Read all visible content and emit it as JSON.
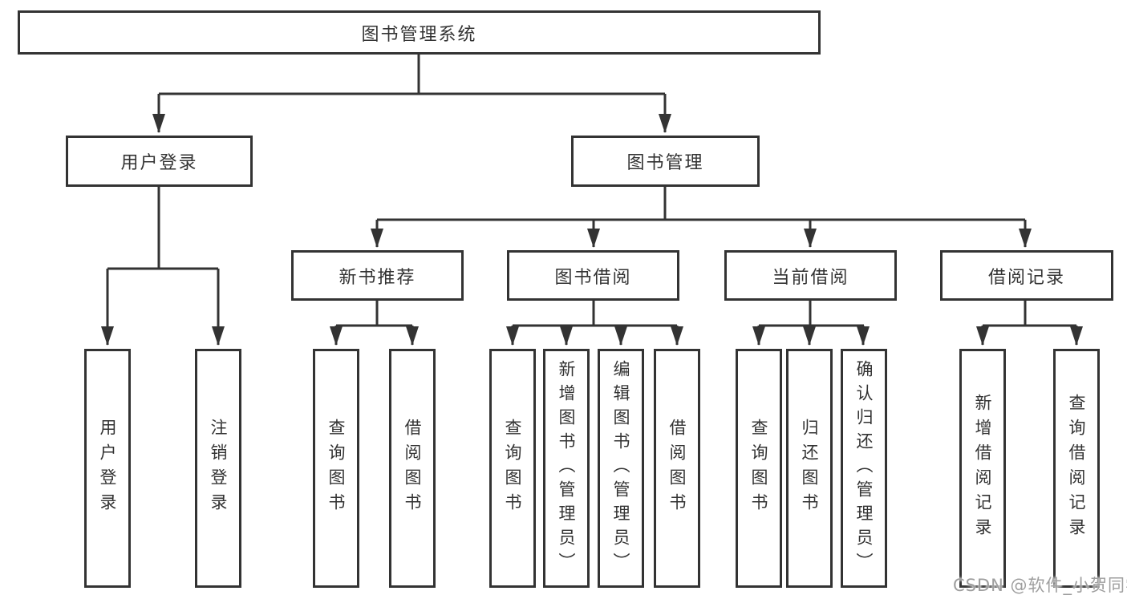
{
  "tree": {
    "root": {
      "label": "图书管理系统"
    },
    "level2": [
      {
        "label": "用户登录"
      },
      {
        "label": "图书管理"
      }
    ],
    "level3": [
      {
        "label": "新书推荐",
        "parent": "图书管理"
      },
      {
        "label": "图书借阅",
        "parent": "图书管理"
      },
      {
        "label": "当前借阅",
        "parent": "图书管理"
      },
      {
        "label": "借阅记录",
        "parent": "图书管理"
      }
    ],
    "leaves": [
      {
        "label": "用户登录",
        "parent": "用户登录"
      },
      {
        "label": "注销登录",
        "parent": "用户登录"
      },
      {
        "label": "查询图书",
        "parent": "新书推荐"
      },
      {
        "label": "借阅图书",
        "parent": "新书推荐"
      },
      {
        "label": "查询图书",
        "parent": "图书借阅"
      },
      {
        "label": "新增图书（管理员）",
        "parent": "图书借阅"
      },
      {
        "label": "编辑图书（管理员）",
        "parent": "图书借阅"
      },
      {
        "label": "借阅图书",
        "parent": "图书借阅"
      },
      {
        "label": "查询图书",
        "parent": "当前借阅"
      },
      {
        "label": "归还图书",
        "parent": "当前借阅"
      },
      {
        "label": "确认归还（管理员）",
        "parent": "当前借阅"
      },
      {
        "label": "新增借阅记录",
        "parent": "借阅记录"
      },
      {
        "label": "查询借阅记录",
        "parent": "借阅记录"
      }
    ]
  },
  "watermark": "CSDN @软件_小贺同学",
  "colors": {
    "line": "#333333",
    "text": "#333333",
    "watermark": "#9e9e9e",
    "background": "#ffffff"
  }
}
